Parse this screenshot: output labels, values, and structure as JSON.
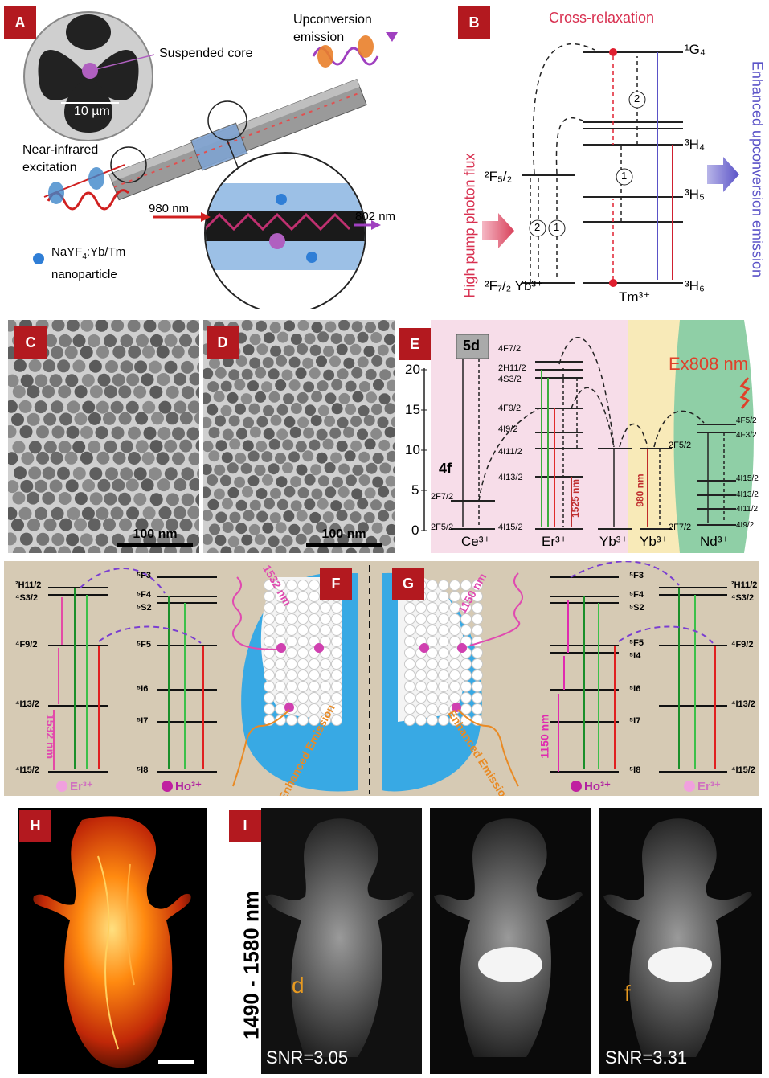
{
  "panels": {
    "A": {
      "badge": "A",
      "suspended_core": "Suspended core",
      "scale_10um": "10 µm",
      "upconv_1": "Upconversion",
      "upconv_2": "emission",
      "nir_1": "Near-infrared",
      "nir_2": "excitation",
      "nm980": "980 nm",
      "nm802": "802 nm",
      "particle_1": "NaYF",
      "particle_sub": "4",
      "particle_2": ":Yb/Tm",
      "particle_3": "nanoparticle"
    },
    "B": {
      "badge": "B",
      "cross_relax": "Cross-relaxation",
      "high_pump": "High pump photon flux",
      "enhanced": "Enhanced upconversion emission",
      "G4": "¹G₄",
      "H4": "³H₄",
      "H5": "³H₅",
      "H6": "³H₆",
      "F52": "²F₅/₂",
      "F72": "²F₇/₂ Yb³⁺",
      "Tm": "Tm³⁺",
      "step1": "1",
      "step2": "2"
    },
    "C": {
      "badge": "C",
      "scale": "100 nm"
    },
    "D": {
      "badge": "D",
      "scale": "100 nm"
    },
    "E": {
      "badge": "E",
      "ex808": "Ex808 nm",
      "y_ticks": [
        "0",
        "5",
        "10",
        "15",
        "20"
      ],
      "fiveD": "5d",
      "fourF": "4f",
      "ce": "Ce³⁺",
      "er": "Er³⁺",
      "yb1": "Yb³⁺",
      "yb2": "Yb³⁺",
      "nd": "Nd³⁺",
      "nm1525": "1525 nm",
      "nm980": "980 nm",
      "F72a": "4F7/2",
      "H112": "2H11/2",
      "S32": "4S3/2",
      "F92": "4F9/2",
      "I92": "4I9/2",
      "I112": "4I11/2",
      "I132": "4I13/2",
      "I152": "4I15/2",
      "Ce_F72": "2F7/2",
      "Ce_F52": "2F5/2",
      "Yb_F52": "2F5/2",
      "Yb_F72": "2F7/2",
      "Nd_F52": "4F5/2",
      "Nd_F32": "4F3/2",
      "Nd_I152": "4I15/2",
      "Nd_I132": "4I13/2",
      "Nd_I112": "4I11/2",
      "Nd_I92": "4I9/2"
    },
    "F": {
      "badge": "F",
      "nm1532": "1532 nm",
      "nm1532_side": "1532 nm",
      "enhanced": "Enhanced Emission",
      "er": "Er³⁺",
      "ho": "Ho³⁺",
      "H112": "²H11/2",
      "S32": "⁴S3/2",
      "F92": "⁴F9/2",
      "I132": "⁴I13/2",
      "I152": "⁴I15/2",
      "F3": "⁵F3",
      "F4": "⁵F4",
      "S2": "⁵S2",
      "F5": "⁵F5",
      "I6": "⁵I6",
      "I7": "⁵I7",
      "I8": "⁵I8"
    },
    "G": {
      "badge": "G",
      "nm1150": "1150 nm",
      "nm1150_side": "1150 nm",
      "enhanced": "Enhanced Emission",
      "ho": "Ho³⁺",
      "er": "Er³⁺",
      "F3": "⁵F3",
      "F4": "⁵F4",
      "S2": "⁵S2",
      "F5": "⁵F5",
      "I4": "⁵I4",
      "I6": "⁵I6",
      "I7": "⁵I7",
      "I8": "⁵I8",
      "H112": "²H11/2",
      "S32": "⁴S3/2",
      "F92": "⁴F9/2",
      "I132": "⁴I13/2",
      "I152": "⁴I15/2"
    },
    "H": {
      "badge": "H"
    },
    "I": {
      "badge": "I",
      "range": "1490 - 1580 nm",
      "snr1": "SNR=3.05",
      "snr2": "SNR=3.31",
      "d": "d",
      "f": "f"
    }
  },
  "colors": {
    "badge": "#b3191f",
    "panel_E_bg1": "#f7dde9",
    "panel_E_bg2": "#f8eab8",
    "panel_E_bg3": "#8fcfa6",
    "panel_FG_bg": "#d6cab4",
    "sphere": "#38a9e4",
    "magenta": "#e0359b",
    "purple": "#7a3ed1",
    "green": "#1fae3c",
    "red": "#e52b2b",
    "orange": "#e98a24"
  }
}
